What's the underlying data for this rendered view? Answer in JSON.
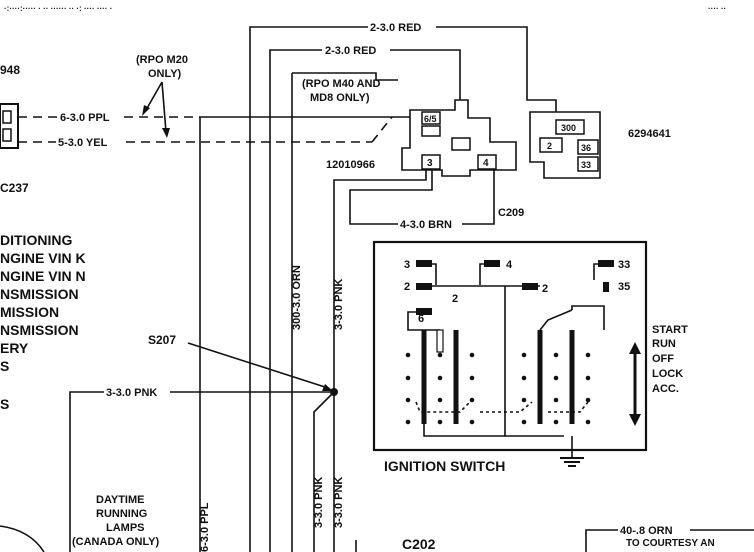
{
  "header_text": "·:····:·····  ·  ·· ······  ·· ·: ····  ···· ·",
  "header_right": "···· ··",
  "left": {
    "code_948": "948",
    "code_c237": "C237",
    "list": [
      "DITIONING",
      "NGINE VIN K",
      "NGINE VIN N",
      "NSMISSION",
      "MISSION",
      "NSMISSION",
      "ERY",
      "S",
      "S"
    ]
  },
  "wires": {
    "red_top": "2-3.0 RED",
    "red_mid": "2-3.0 RED",
    "ppl": "6-3.0 PPL",
    "yel": "5-3.0 YEL",
    "brn": "4-3.0 BRN",
    "pnk_left": "3-3.0 PNK",
    "orn_vert": "300-3.0 ORN",
    "pnk_vert": "3-3.0 PNK",
    "pnk_vert2": "3-3.0 PNK",
    "pnk_vert3": "3-3.0 PNK",
    "ppl_vert": "6-3.0 PPL",
    "orn_bottom": "40-.8 ORN",
    "courtesy": "TO COURTESY AN"
  },
  "notes": {
    "rpo_m20_l1": "(RPO M20",
    "rpo_m20_l2": "ONLY)",
    "rpo_m40_l1": "(RPO M40 AND",
    "rpo_m40_l2": "MD8 ONLY)"
  },
  "connectors": {
    "part_a": "12010966",
    "part_b": "6294641",
    "c209": "C209",
    "s207": "S207",
    "c202": "C202",
    "a_pins": {
      "p65": "6/5",
      "p3": "3",
      "p4": "4"
    },
    "b_pins": {
      "p300": "300",
      "p2": "2",
      "p36": "36",
      "p33": "33"
    }
  },
  "switch": {
    "title": "IGNITION SWITCH",
    "terminals": {
      "t3": "3",
      "t4": "4",
      "t2a": "2",
      "t2b": "2",
      "t2c": "2",
      "t6": "6",
      "t33": "33",
      "t35": "35"
    },
    "positions": [
      "START",
      "RUN",
      "OFF",
      "LOCK",
      "ACC."
    ]
  },
  "drl": {
    "l1": "DAYTIME",
    "l2": "RUNNING",
    "l3": "LAMPS",
    "l4": "(CANADA ONLY)"
  }
}
